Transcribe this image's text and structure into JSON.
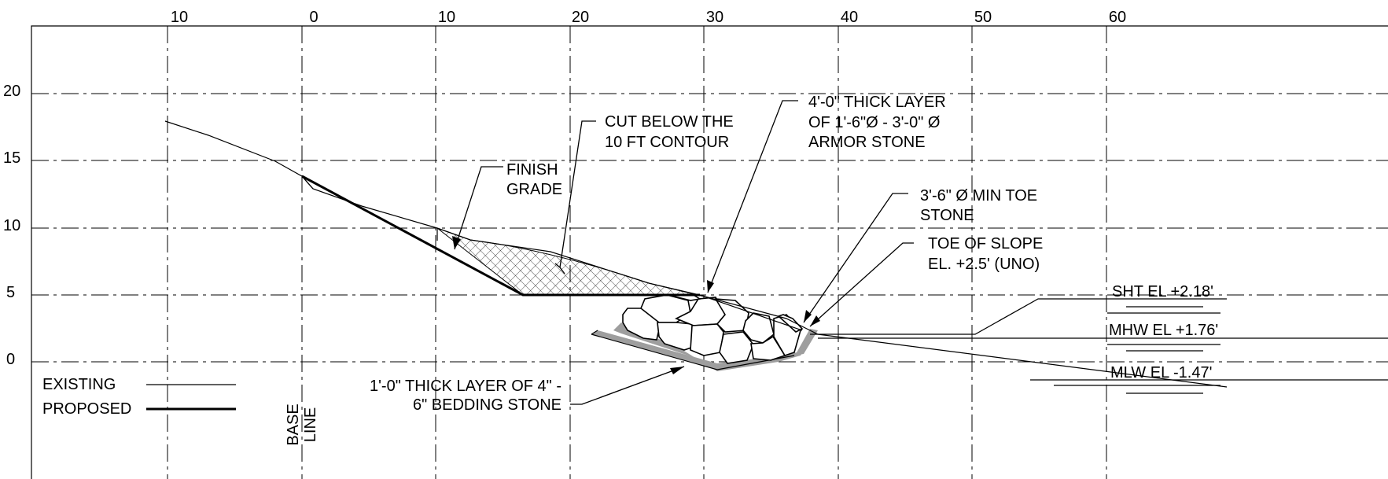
{
  "axes": {
    "x_ticks": [
      "10",
      "0",
      "10",
      "20",
      "30",
      "40",
      "50",
      "60"
    ],
    "y_ticks": [
      "20",
      "15",
      "10",
      "5",
      "0"
    ]
  },
  "callouts": {
    "finish_grade": [
      "FINISH",
      "GRADE"
    ],
    "cut_below": [
      "CUT BELOW THE",
      "10 FT CONTOUR"
    ],
    "armor_layer": [
      "4'-0\" THICK LAYER",
      "OF 1'-6\"Ø - 3'-0\" Ø",
      "ARMOR STONE"
    ],
    "toe_stone": [
      "3'-6\" Ø MIN TOE",
      "STONE"
    ],
    "toe_of_slope": [
      "TOE OF SLOPE",
      "EL. +2.5' (UNO)"
    ],
    "bedding": [
      "1'-0\" THICK LAYER OF 4\" -",
      "6\" BEDDING STONE"
    ]
  },
  "water_levels": {
    "sht": "SHT EL +2.18'",
    "mhw": "MHW EL +1.76'",
    "mlw": "MLW EL  -1.47'"
  },
  "legend": {
    "existing": "EXISTING",
    "proposed": "PROPOSED"
  },
  "baseline": [
    "BASE",
    "LINE"
  ],
  "colors": {
    "line": "#000000",
    "bedding_fill": "#9e9e9e",
    "background": "#ffffff"
  }
}
